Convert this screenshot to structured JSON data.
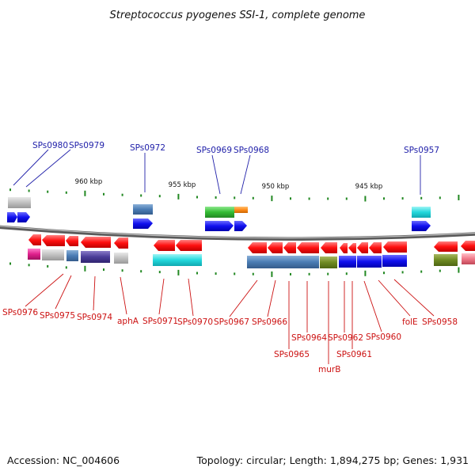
{
  "title": "Streptococcus pyogenes SSI-1, complete genome",
  "footer": {
    "accession": "Accession: NC_004606",
    "summary": "Topology: circular; Length: 1,894,275 bp; Genes: 1,931"
  },
  "scale_labels": [
    "960 kbp",
    "955 kbp",
    "950 kbp",
    "945 kbp"
  ],
  "top_labels": [
    "SPs0980",
    "SPs0979",
    "SPs0972",
    "SPs0969",
    "SPs0968",
    "SPs0957"
  ],
  "bottom_labels": [
    "SPs0976",
    "SPs0975",
    "SPs0974",
    "aphA",
    "SPs0971",
    "SPs0970",
    "SPs0967",
    "SPs0966",
    "SPs0965",
    "SPs0964",
    "murB",
    "SPs0962",
    "SPs0961",
    "SPs0960",
    "folE",
    "SPs0958"
  ],
  "colors": {
    "forward_gene": "#1a1aff",
    "reverse_gene": "#ff1a1a",
    "top_label": "#2222aa",
    "bottom_label": "#cc1111",
    "backbone": "#777777",
    "tick": "#228822"
  }
}
